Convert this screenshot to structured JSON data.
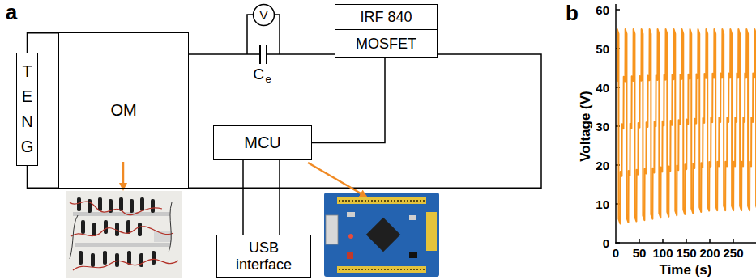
{
  "diagram": {
    "nodes": [
      {
        "text": [
          "TENG"
        ]
      },
      {
        "text": [
          "OM"
        ]
      },
      {
        "text": [
          "V"
        ]
      },
      {
        "text": [
          "IRF 840"
        ]
      },
      {
        "text": [
          "MOSFET"
        ]
      },
      {
        "text": [
          "MCU"
        ]
      },
      {
        "text": [
          "USB interface"
        ]
      }
    ],
    "edges": [
      {
        "from": 0,
        "to": 1,
        "arrow": "none"
      },
      {
        "from": 0,
        "to": 1,
        "arrow": "none"
      },
      {
        "from": 1,
        "to": 4,
        "arrow": "none"
      },
      {
        "from": 4,
        "to": 1,
        "arrow": "none"
      },
      {
        "from": 5,
        "to": 4,
        "arrow": "none"
      },
      {
        "from": 5,
        "to": 6,
        "arrow": "none"
      },
      {
        "from": 5,
        "to": 6,
        "arrow": "none"
      }
    ],
    "labels": [
      "a",
      "C",
      "e",
      "b",
      "0",
      "10",
      "20",
      "30",
      "40",
      "50",
      "60",
      "0",
      "50",
      "100",
      "150",
      "200",
      "250",
      "Voltage (V)",
      "Time (s)"
    ]
  }
}
